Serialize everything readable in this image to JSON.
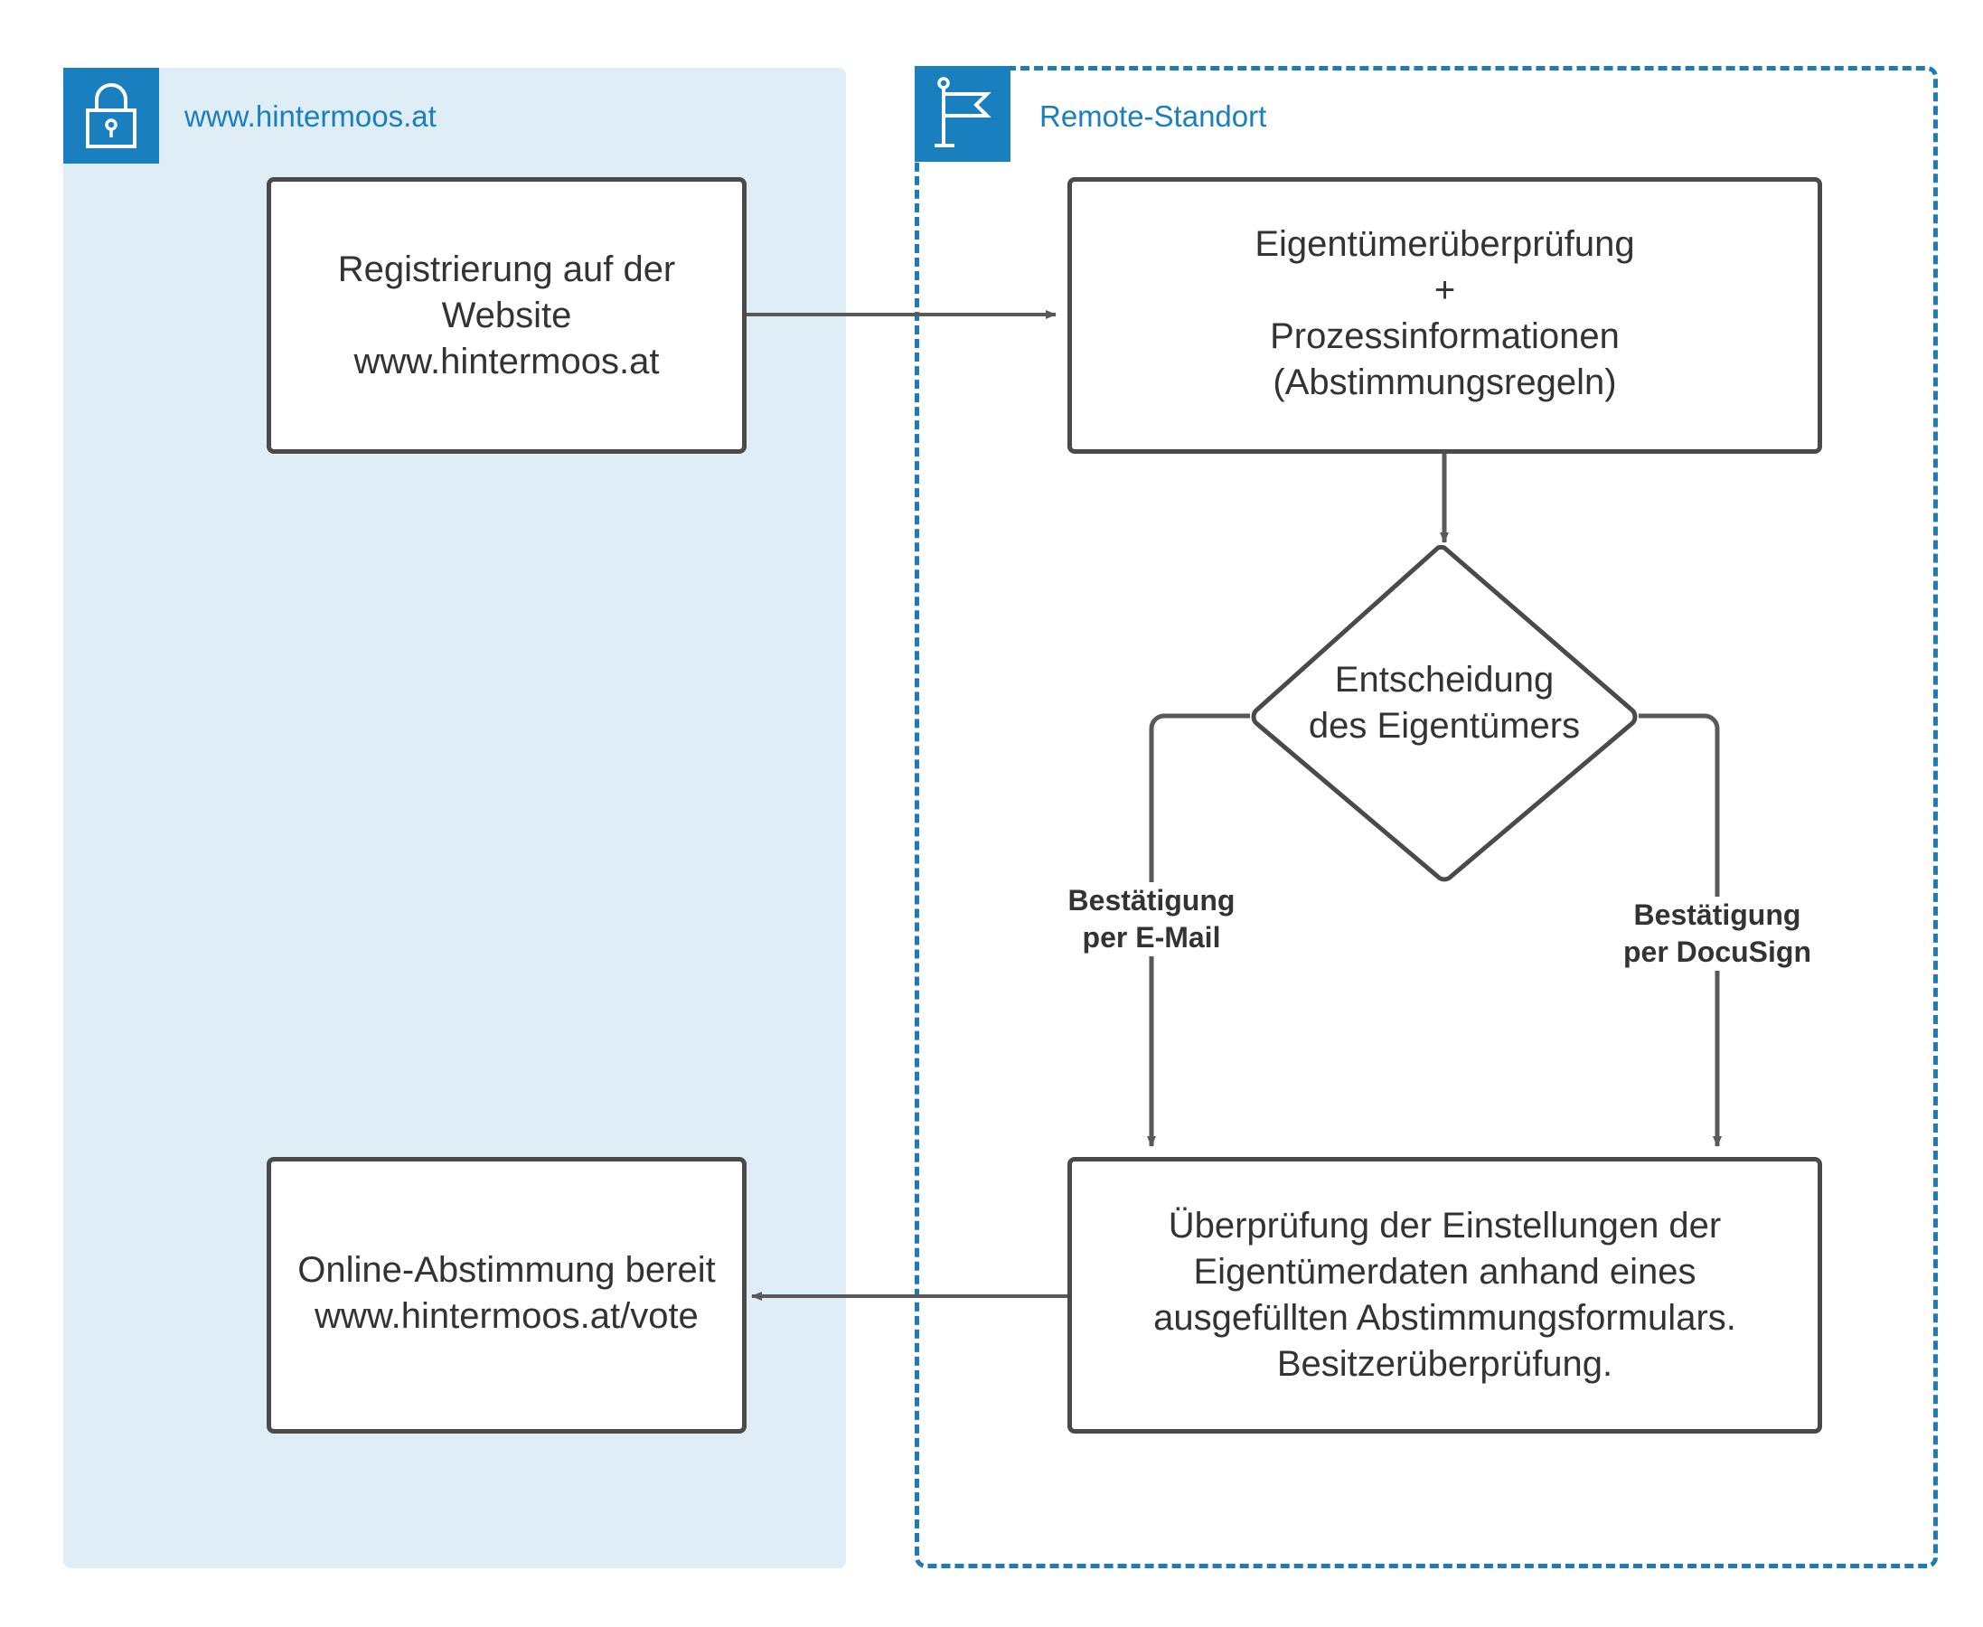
{
  "zones": {
    "left": {
      "label": "www.hintermoos.at",
      "icon": "lock-icon"
    },
    "right": {
      "label": "Remote-Standort",
      "icon": "flag-icon"
    }
  },
  "nodes": {
    "registration": {
      "lines": [
        "Registrierung auf der",
        "Website",
        "www.hintermoos.at"
      ]
    },
    "owner_check": {
      "lines": [
        "Eigentümerüberprüfung",
        "+",
        "Prozessinformationen",
        "(Abstimmungsregeln)"
      ]
    },
    "decision": {
      "lines": [
        "Entscheidung",
        "des Eigentümers"
      ]
    },
    "verification": {
      "lines": [
        "Überprüfung der Einstellungen der",
        "Eigentümerdaten anhand eines",
        "ausgefüllten Abstimmungsformulars.",
        "Besitzerüberprüfung."
      ]
    },
    "online_vote": {
      "lines": [
        "Online-Abstimmung bereit",
        "www.hintermoos.at/vote"
      ]
    }
  },
  "edges": {
    "email": {
      "lines": [
        "Bestätigung",
        "per E-Mail"
      ]
    },
    "docusign": {
      "lines": [
        "Bestätigung",
        "per DocuSign"
      ]
    }
  },
  "colors": {
    "accent": "#1a7fbf",
    "zone_fill": "#deedf6",
    "stroke": "#4a4a4a",
    "connector": "#595959"
  }
}
